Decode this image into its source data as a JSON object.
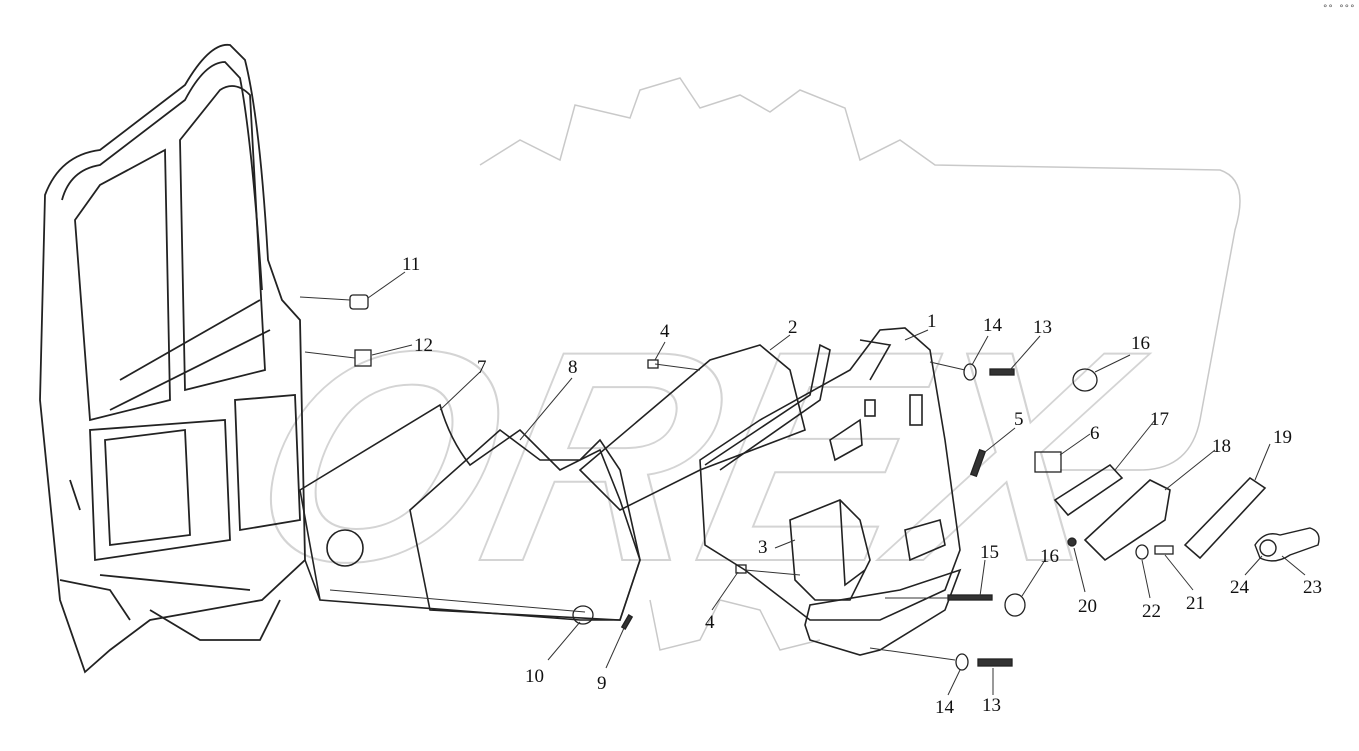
{
  "diagram": {
    "watermark_text": "OREX",
    "corner_mark": "°° °°°",
    "callouts": [
      {
        "id": "c11",
        "text": "11"
      },
      {
        "id": "c12",
        "text": "12"
      },
      {
        "id": "c7",
        "text": "7"
      },
      {
        "id": "c8",
        "text": "8"
      },
      {
        "id": "c4a",
        "text": "4"
      },
      {
        "id": "c2",
        "text": "2"
      },
      {
        "id": "c1",
        "text": "1"
      },
      {
        "id": "c14a",
        "text": "14"
      },
      {
        "id": "c13a",
        "text": "13"
      },
      {
        "id": "c16a",
        "text": "16"
      },
      {
        "id": "c5",
        "text": "5"
      },
      {
        "id": "c6",
        "text": "6"
      },
      {
        "id": "c17",
        "text": "17"
      },
      {
        "id": "c18",
        "text": "18"
      },
      {
        "id": "c19",
        "text": "19"
      },
      {
        "id": "c3",
        "text": "3"
      },
      {
        "id": "c15",
        "text": "15"
      },
      {
        "id": "c16b",
        "text": "16"
      },
      {
        "id": "c20",
        "text": "20"
      },
      {
        "id": "c22",
        "text": "22"
      },
      {
        "id": "c21",
        "text": "21"
      },
      {
        "id": "c24",
        "text": "24"
      },
      {
        "id": "c23",
        "text": "23"
      },
      {
        "id": "c4b",
        "text": "4"
      },
      {
        "id": "c10",
        "text": "10"
      },
      {
        "id": "c9",
        "text": "9"
      },
      {
        "id": "c14b",
        "text": "14"
      },
      {
        "id": "c13b",
        "text": "13"
      }
    ]
  }
}
